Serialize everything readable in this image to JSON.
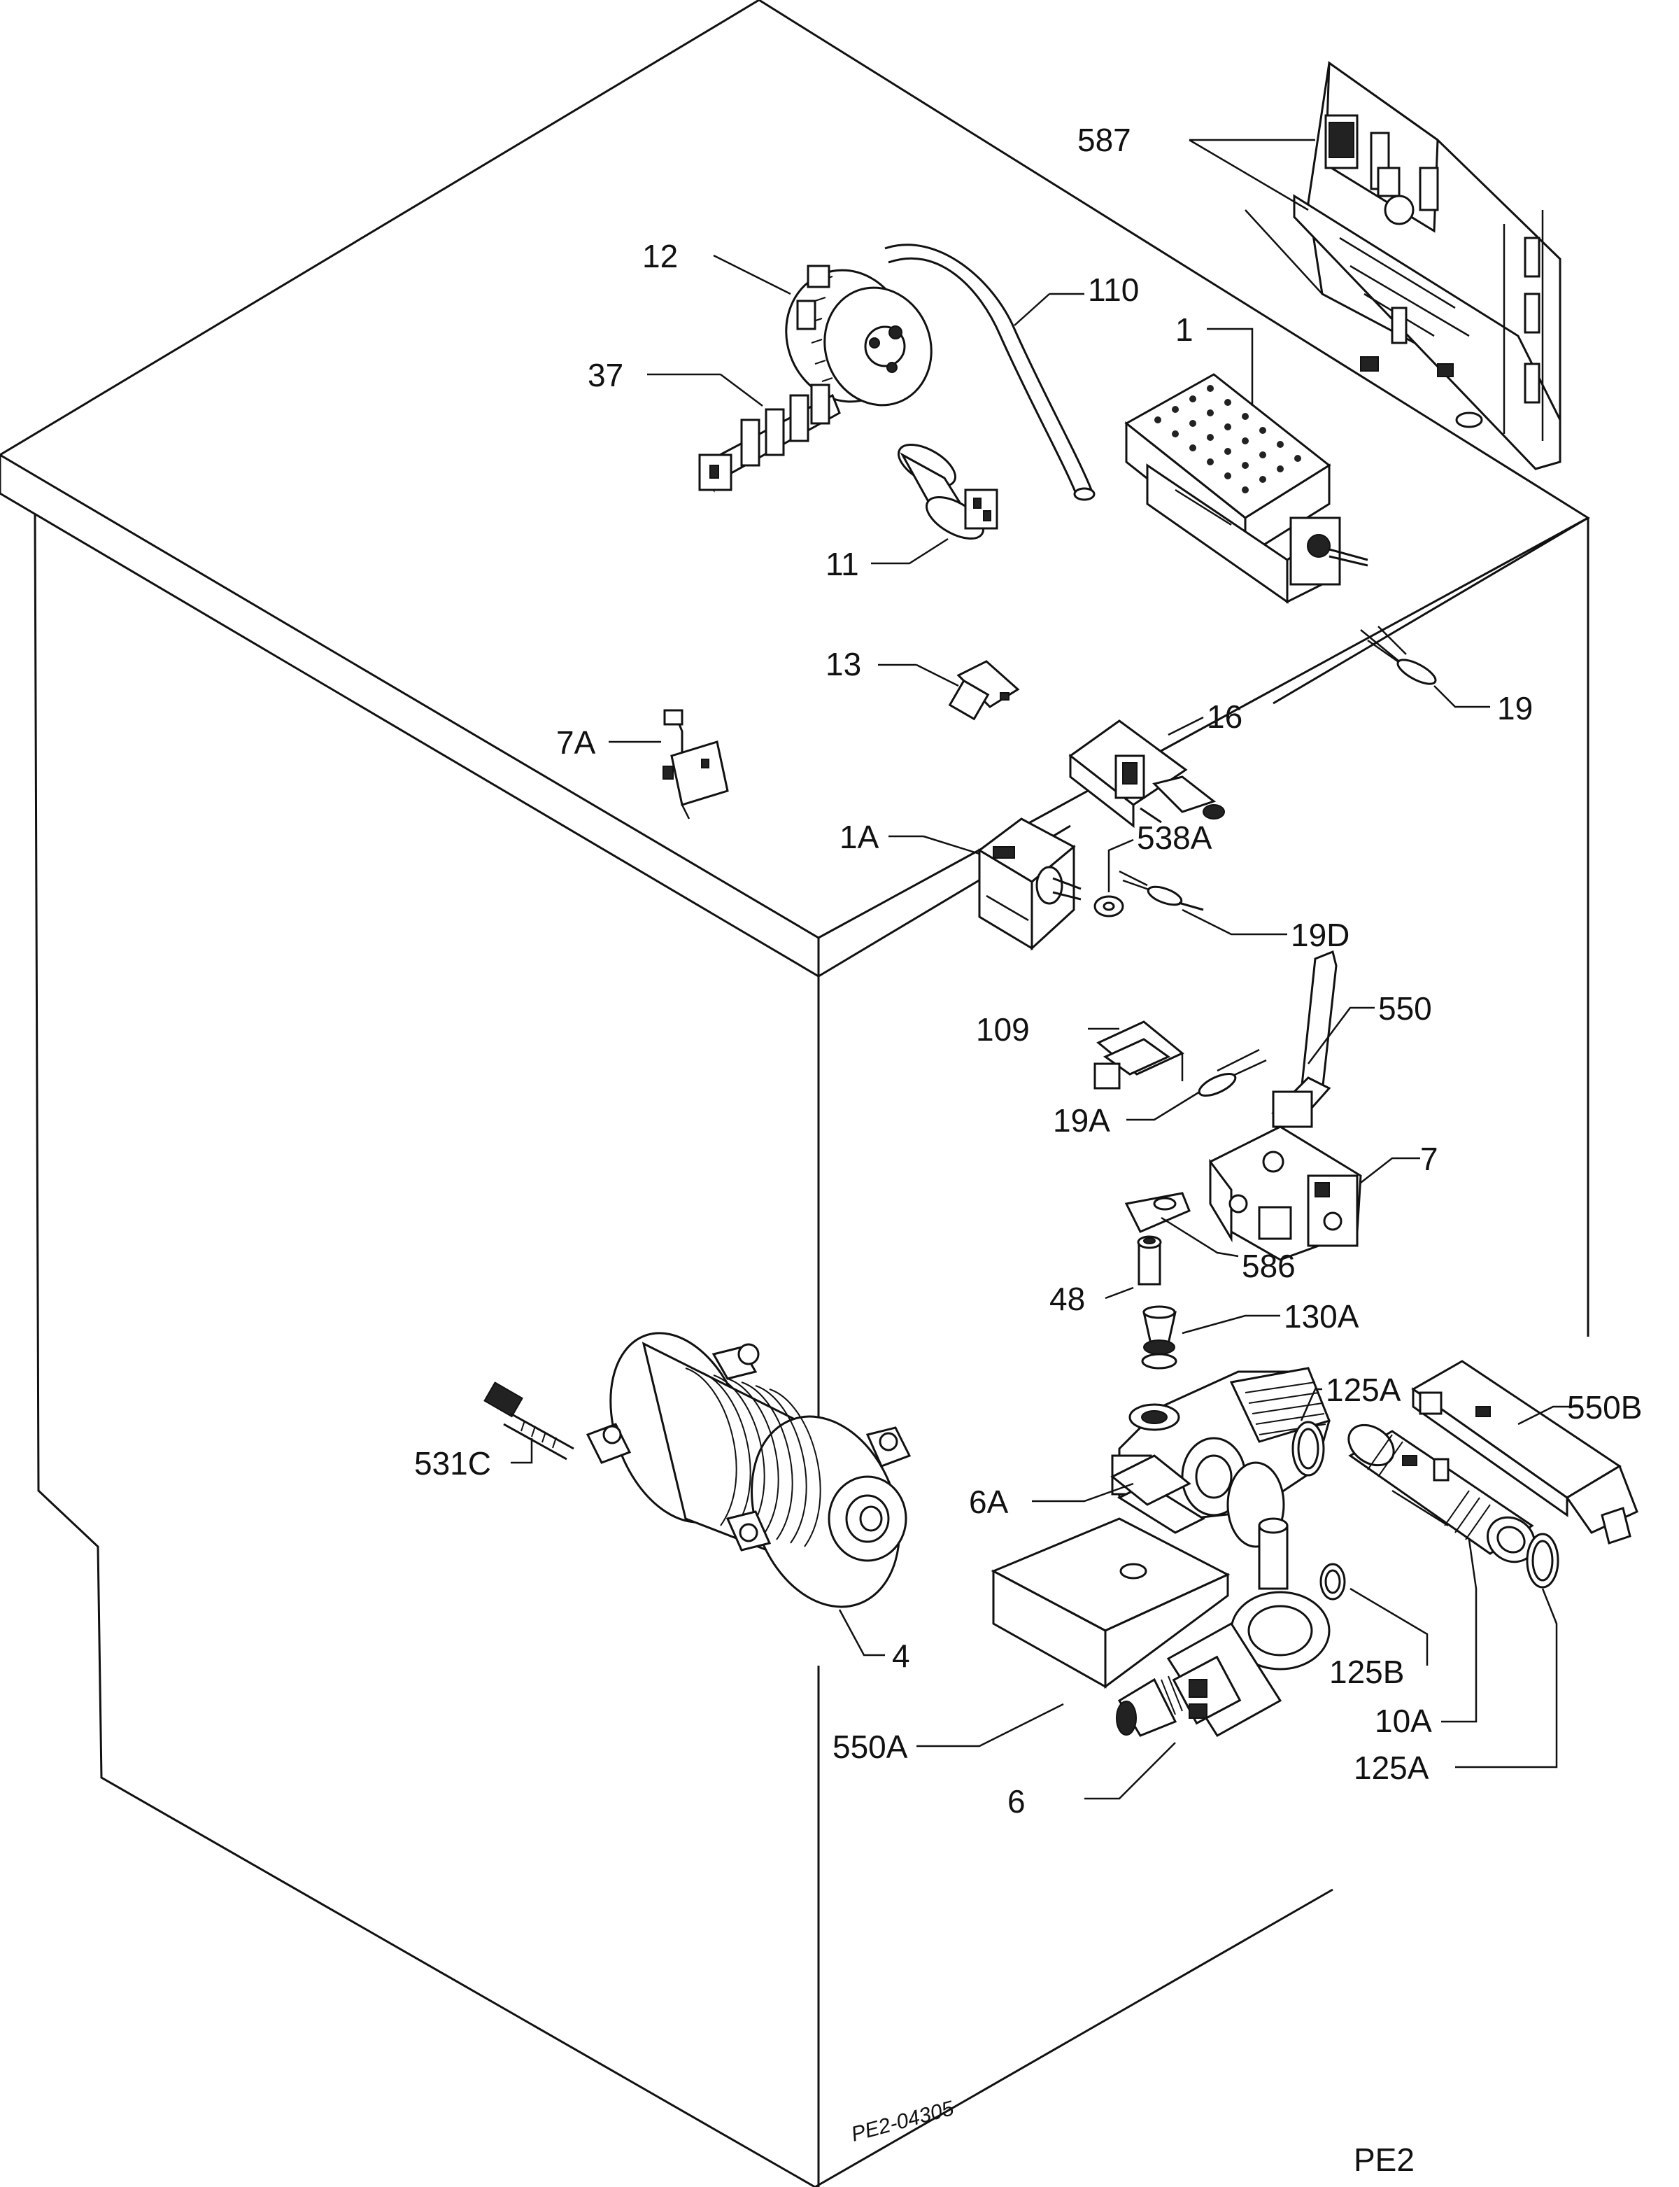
{
  "diagram": {
    "part_labels": {
      "p587": "587",
      "p12": "12",
      "p110": "110",
      "p1": "1",
      "p37": "37",
      "p11": "11",
      "p13": "13",
      "p19": "19",
      "p7A": "7A",
      "p16": "16",
      "p1A": "1A",
      "p538A": "538A",
      "p19D": "19D",
      "p550": "550",
      "p109": "109",
      "p19A": "19A",
      "p7": "7",
      "p586": "586",
      "p48": "48",
      "p130A": "130A",
      "p550B": "550B",
      "p531C": "531C",
      "p125A_top": "125A",
      "p6A": "6A",
      "p4": "4",
      "p125B": "125B",
      "p550A": "550A",
      "p10A": "10A",
      "p125A_bottom": "125A",
      "p6": "6"
    },
    "drawing_reference": "PE2-04305",
    "page_code": "PE2"
  }
}
